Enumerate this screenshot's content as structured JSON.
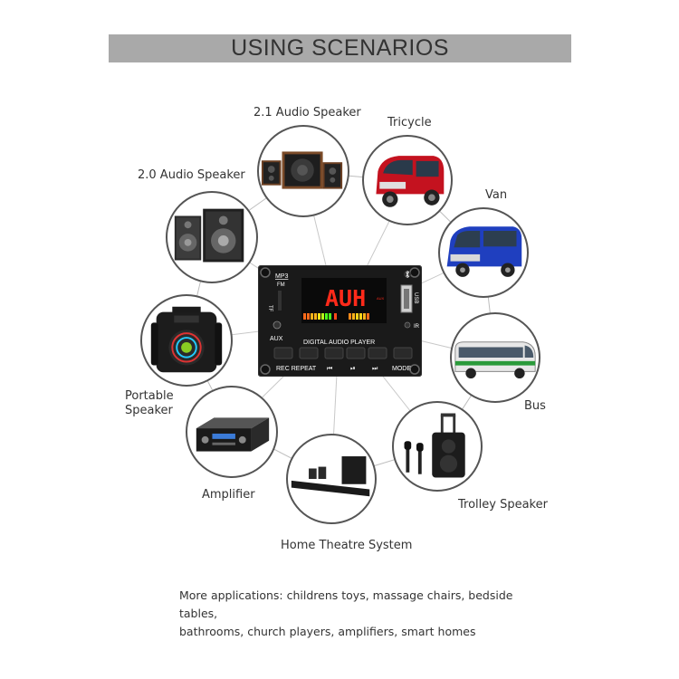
{
  "banner": {
    "title": "USING SCENARIOS"
  },
  "scenarios": [
    {
      "label": "2.1  Audio Speaker",
      "icon": "subwoofer-speaker-set-icon"
    },
    {
      "label": "Tricycle",
      "icon": "tricycle-icon"
    },
    {
      "label": "2.0 Audio Speaker",
      "icon": "bookshelf-speakers-icon"
    },
    {
      "label": "Van",
      "icon": "van-icon"
    },
    {
      "label": "Portable",
      "label2": "Speaker",
      "icon": "portable-speaker-icon"
    },
    {
      "label": "Bus",
      "icon": "bus-icon"
    },
    {
      "label": "Amplifier",
      "icon": "amplifier-icon"
    },
    {
      "label": "Trolley Speaker",
      "icon": "trolley-speaker-icon"
    },
    {
      "label": "Home Theatre System",
      "icon": "soundbar-icon"
    }
  ],
  "board": {
    "mp3": "MP3",
    "fm": "FM",
    "tf": "TF",
    "display": "AUH",
    "aux_small": "AUX",
    "usb": "USB",
    "ir": "IR",
    "aux": "AUX",
    "title": "DIGITAL AUDIO PLAYER",
    "rec_repeat": "REC REPEAT",
    "prev": "⏮",
    "play_pause": "⏯",
    "next": "⏭",
    "mode": "MODE"
  },
  "footer": {
    "line1": "More applications: childrens toys, massage chairs, bedside tables,",
    "line2": "bathrooms, church players, amplifiers, smart homes"
  },
  "colors": {
    "banner_bg": "#a9a9a9",
    "circle_border": "#555555",
    "display_red": "#ff2a1a",
    "board_black": "#1a1a1a"
  }
}
